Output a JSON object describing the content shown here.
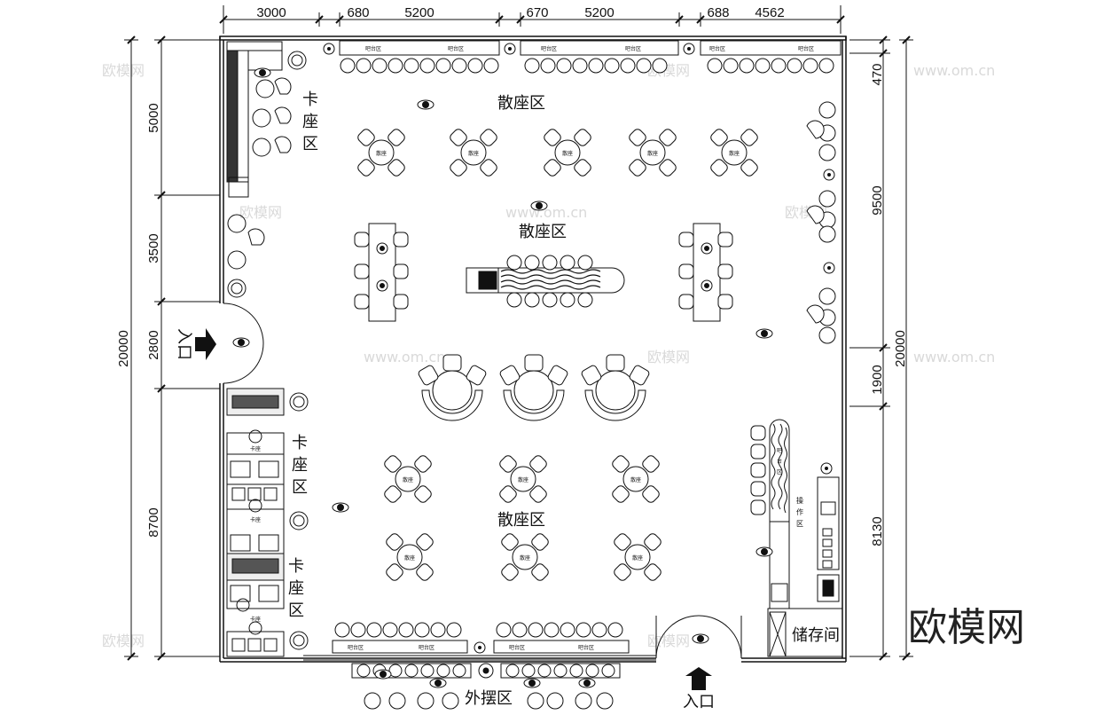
{
  "dimensions": {
    "top": [
      "3000",
      "680",
      "5200",
      "670",
      "5200",
      "688",
      "4562"
    ],
    "left_total": "20000",
    "left_segments": [
      "5000",
      "3500",
      "2800",
      "8700"
    ],
    "right_total": "20000",
    "right_segments": [
      "470",
      "9500",
      "1900",
      "8130"
    ]
  },
  "zones": {
    "bar_counter": "吧台区",
    "loose_seating": "散座区",
    "table_label": "散座",
    "booth_chars": [
      "卡",
      "座",
      "区"
    ],
    "booth_label": "卡座",
    "operation_chars": [
      "操",
      "作",
      "区"
    ],
    "bar_vertical_chars": [
      "吧",
      "台",
      "区"
    ],
    "storage": "储存间",
    "outdoor": "外摆区",
    "entrance": "入口",
    "side_entrance": "入口"
  },
  "watermark": {
    "brand": "欧模网",
    "url": "www.om.cn"
  },
  "colors": {
    "line": "#111111",
    "watermark": "#d9d9d9"
  }
}
